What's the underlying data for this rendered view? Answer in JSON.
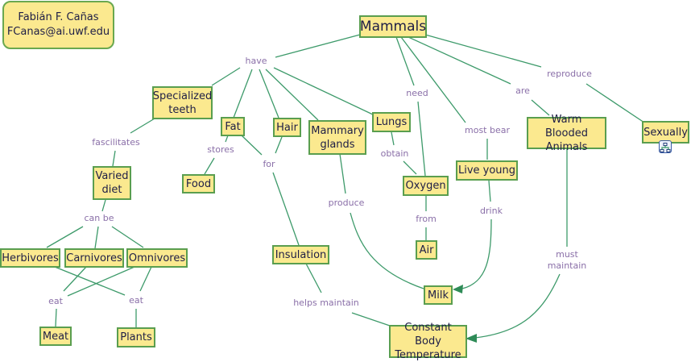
{
  "author": {
    "name": "Fabián F. Cañas",
    "email": "FCanas@ai.uwf.edu"
  },
  "concepts": {
    "mammals": "Mammals",
    "specialized_teeth": "Specialized teeth",
    "fat": "Fat",
    "hair": "Hair",
    "mammary_glands": "Mammary glands",
    "lungs": "Lungs",
    "food": "Food",
    "varied_diet": "Varied diet",
    "oxygen": "Oxygen",
    "air": "Air",
    "live_young": "Live young",
    "warm_blooded_animals": "Warm Blooded Animals",
    "sexually": "Sexually",
    "insulation": "Insulation",
    "milk": "Milk",
    "herbivores": "Herbivores",
    "carnivores": "Carnivores",
    "omnivores": "Omnivores",
    "meat": "Meat",
    "plants": "Plants",
    "constant_body_temperature": "Constant Body Temperature"
  },
  "linking_phrases": {
    "have": "have",
    "need": "need",
    "most_bear": "most bear",
    "are": "are",
    "reproduce": "reproduce",
    "fascilitates": "fascilitates",
    "stores": "stores",
    "for": "for",
    "obtain": "obtain",
    "produce": "produce",
    "from": "from",
    "drink": "drink",
    "can_be": "can be",
    "eat_meat": "eat",
    "eat_plants": "eat",
    "helps_maintain": "helps maintain",
    "must_maintain": "must maintain"
  },
  "icons": {
    "submap": "submap-hierarchy-icon"
  }
}
